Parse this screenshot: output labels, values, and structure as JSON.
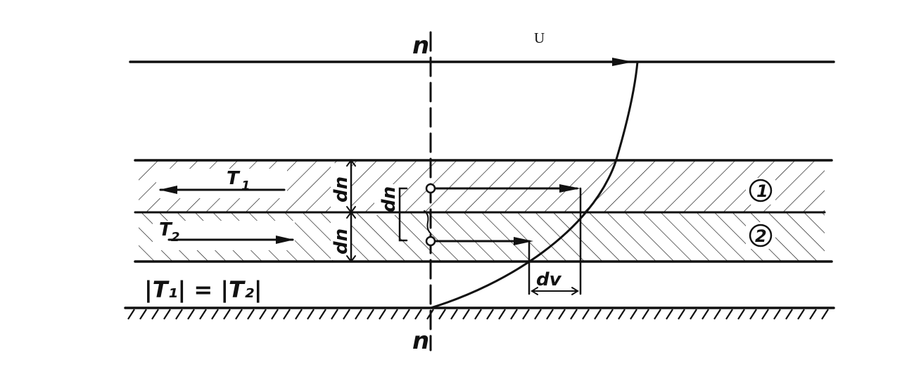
{
  "labels": {
    "top_axis": "n",
    "bottom_axis": "n",
    "velocity": "U",
    "tau1": "T",
    "tau1_sub": "1",
    "tau2": "T",
    "tau2_sub": "2",
    "dn_a": "dn",
    "dn_b": "dn",
    "dn_c": "dn",
    "dv": "dv",
    "layer1": "1",
    "layer2": "2",
    "equality": "|T₁| = |T₂|"
  },
  "colors": {
    "ink": "#111111",
    "paper": "#ffffff"
  }
}
